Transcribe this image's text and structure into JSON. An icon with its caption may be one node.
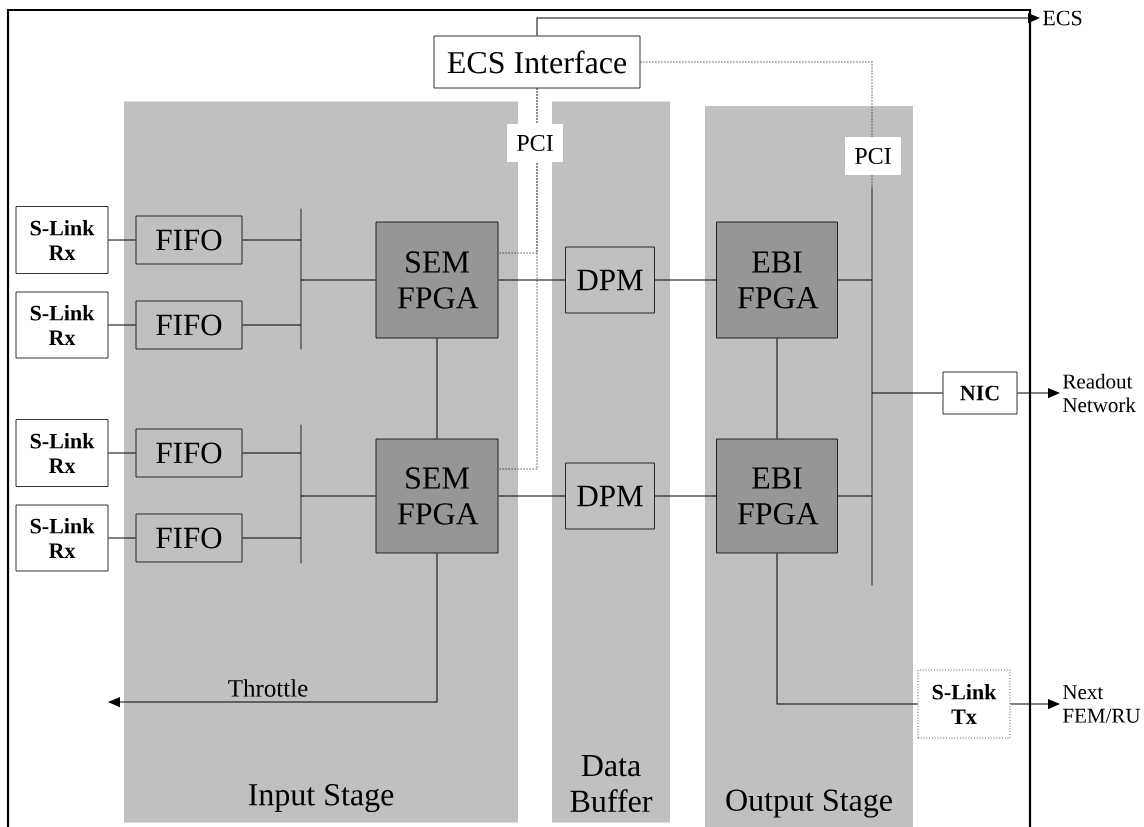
{
  "diagram": {
    "nodes": [
      {
        "text": [
          "ECS Interface"
        ]
      },
      {
        "text": [
          "ECS"
        ]
      },
      {
        "text": [
          "Input Stage"
        ]
      },
      {
        "text": [
          "FIFO"
        ],
        "in": 2
      },
      {
        "text": [
          "FIFO"
        ],
        "in": 2
      },
      {
        "text": [
          "FIFO"
        ],
        "in": 2
      },
      {
        "text": [
          "FIFO"
        ],
        "in": 2
      },
      {
        "text": [],
        "shape": "bar",
        "in": 2
      },
      {
        "text": [],
        "shape": "bar",
        "in": 2
      },
      {
        "text": [
          "SEM FPGA"
        ],
        "in": 2
      },
      {
        "text": [
          "SEM FPGA"
        ],
        "in": 2
      },
      {
        "text": [
          "Data Buffer"
        ]
      },
      {
        "text": [
          "DPM"
        ],
        "in": 11
      },
      {
        "text": [
          "DPM"
        ],
        "in": 11
      },
      {
        "text": [
          "Output Stage"
        ]
      },
      {
        "text": [
          "EBI FPGA"
        ],
        "in": 14
      },
      {
        "text": [
          "EBI FPGA"
        ],
        "in": 14
      },
      {
        "text": [],
        "shape": "bar",
        "in": 14
      },
      {
        "text": [
          "S-Link Rx"
        ]
      },
      {
        "text": [
          "S-Link Rx"
        ]
      },
      {
        "text": [
          "S-Link Rx"
        ]
      },
      {
        "text": [
          "S-Link Rx"
        ]
      },
      {
        "text": [
          "NIC"
        ]
      },
      {
        "text": [
          "Readout Network"
        ]
      },
      {
        "text": [
          "S-Link Tx"
        ]
      },
      {
        "text": [
          "Next FEM/RU"
        ]
      }
    ],
    "edges": [
      {
        "from": 0,
        "to": 1,
        "arrow": "to"
      },
      {
        "from": 0,
        "to": 9,
        "arrow": "none",
        "style": "dashed",
        "label": "PCI"
      },
      {
        "from": 0,
        "to": 10,
        "arrow": "none",
        "style": "dashed"
      },
      {
        "from": 0,
        "to": 17,
        "arrow": "none",
        "style": "dashed",
        "label": "PCI"
      },
      {
        "from": 18,
        "to": 3,
        "arrow": "none"
      },
      {
        "from": 19,
        "to": 4,
        "arrow": "none"
      },
      {
        "from": 20,
        "to": 5,
        "arrow": "none"
      },
      {
        "from": 21,
        "to": 6,
        "arrow": "none"
      },
      {
        "from": 3,
        "to": 7,
        "arrow": "none"
      },
      {
        "from": 4,
        "to": 7,
        "arrow": "none"
      },
      {
        "from": 5,
        "to": 8,
        "arrow": "none"
      },
      {
        "from": 6,
        "to": 8,
        "arrow": "none"
      },
      {
        "from": 7,
        "to": 9,
        "arrow": "none"
      },
      {
        "from": 8,
        "to": 10,
        "arrow": "none"
      },
      {
        "from": 9,
        "to": 10,
        "arrow": "none"
      },
      {
        "from": 9,
        "to": 12,
        "arrow": "none"
      },
      {
        "from": 12,
        "to": 15,
        "arrow": "none"
      },
      {
        "from": 10,
        "to": 13,
        "arrow": "none"
      },
      {
        "from": 13,
        "to": 16,
        "arrow": "none"
      },
      {
        "from": 15,
        "to": 16,
        "arrow": "none"
      },
      {
        "from": 15,
        "to": 17,
        "arrow": "none"
      },
      {
        "from": 16,
        "to": 17,
        "arrow": "none"
      },
      {
        "from": 17,
        "to": 22,
        "arrow": "none"
      },
      {
        "from": 22,
        "to": 23,
        "arrow": "to"
      },
      {
        "from": 16,
        "to": 24,
        "arrow": "none"
      },
      {
        "from": 24,
        "to": 25,
        "arrow": "to"
      },
      {
        "from": 10,
        "to": null,
        "arrow": "to",
        "label": "Throttle"
      }
    ]
  }
}
